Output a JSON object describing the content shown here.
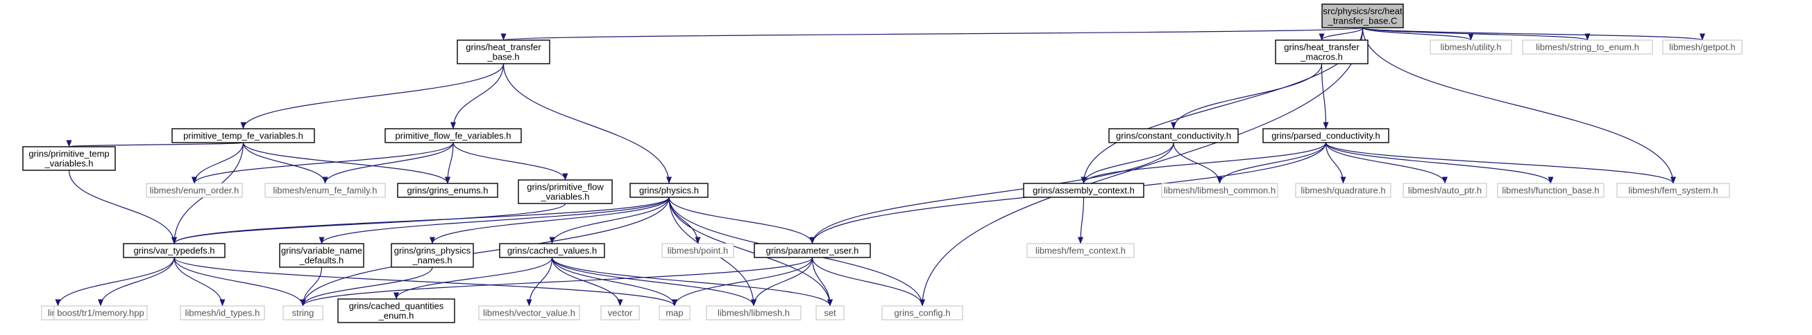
{
  "title": "",
  "colors": {
    "edge": "#191970",
    "root_fill": "#bfbfbf",
    "node_border": "#000000",
    "external_border": "#bfbfbf"
  },
  "nodes": [
    {
      "id": "root",
      "lines": [
        "src/physics/src/heat",
        "_transfer_base.C"
      ],
      "kind": "root"
    },
    {
      "id": "htb",
      "lines": [
        "grins/heat_transfer",
        "_base.h"
      ],
      "kind": "local"
    },
    {
      "id": "htm",
      "lines": [
        "grins/heat_transfer",
        "_macros.h"
      ],
      "kind": "local"
    },
    {
      "id": "util",
      "lines": [
        "libmesh/utility.h"
      ],
      "kind": "external"
    },
    {
      "id": "s2e",
      "lines": [
        "libmesh/string_to_enum.h"
      ],
      "kind": "external"
    },
    {
      "id": "getpot",
      "lines": [
        "libmesh/getpot.h"
      ],
      "kind": "external"
    },
    {
      "id": "ptfe",
      "lines": [
        "primitive_temp_fe_variables.h"
      ],
      "kind": "local"
    },
    {
      "id": "pffe",
      "lines": [
        "primitive_flow_fe_variables.h"
      ],
      "kind": "local"
    },
    {
      "id": "cc",
      "lines": [
        "grins/constant_conductivity.h"
      ],
      "kind": "local"
    },
    {
      "id": "pc",
      "lines": [
        "grins/parsed_conductivity.h"
      ],
      "kind": "local"
    },
    {
      "id": "gptv",
      "lines": [
        "grins/primitive_temp",
        "_variables.h"
      ],
      "kind": "local"
    },
    {
      "id": "enumorder",
      "lines": [
        "libmesh/enum_order.h"
      ],
      "kind": "external"
    },
    {
      "id": "enumfe",
      "lines": [
        "libmesh/enum_fe_family.h"
      ],
      "kind": "external"
    },
    {
      "id": "genums",
      "lines": [
        "grins/grins_enums.h"
      ],
      "kind": "local"
    },
    {
      "id": "gpfv",
      "lines": [
        "grins/primitive_flow",
        "_variables.h"
      ],
      "kind": "local"
    },
    {
      "id": "phys",
      "lines": [
        "grins/physics.h"
      ],
      "kind": "local"
    },
    {
      "id": "actx",
      "lines": [
        "grins/assembly_context.h"
      ],
      "kind": "local"
    },
    {
      "id": "lmcommon",
      "lines": [
        "libmesh/libmesh_common.h"
      ],
      "kind": "external"
    },
    {
      "id": "quad",
      "lines": [
        "libmesh/quadrature.h"
      ],
      "kind": "external"
    },
    {
      "id": "autoptr",
      "lines": [
        "libmesh/auto_ptr.h"
      ],
      "kind": "external"
    },
    {
      "id": "funcbase",
      "lines": [
        "libmesh/function_base.h"
      ],
      "kind": "external"
    },
    {
      "id": "femsys",
      "lines": [
        "libmesh/fem_system.h"
      ],
      "kind": "external"
    },
    {
      "id": "vartd",
      "lines": [
        "grins/var_typedefs.h"
      ],
      "kind": "local"
    },
    {
      "id": "vnd",
      "lines": [
        "grins/variable_name",
        "_defaults.h"
      ],
      "kind": "local"
    },
    {
      "id": "gpn",
      "lines": [
        "grins/grins_physics",
        "_names.h"
      ],
      "kind": "local"
    },
    {
      "id": "cv",
      "lines": [
        "grins/cached_values.h"
      ],
      "kind": "local"
    },
    {
      "id": "point",
      "lines": [
        "libmesh/point.h"
      ],
      "kind": "external"
    },
    {
      "id": "pu",
      "lines": [
        "grins/parameter_user.h"
      ],
      "kind": "local"
    },
    {
      "id": "femctx",
      "lines": [
        "libmesh/fem_context.h"
      ],
      "kind": "external"
    },
    {
      "id": "limits",
      "lines": [
        "limits"
      ],
      "kind": "external"
    },
    {
      "id": "boost",
      "lines": [
        "boost/tr1/memory.hpp"
      ],
      "kind": "external"
    },
    {
      "id": "idtypes",
      "lines": [
        "libmesh/id_types.h"
      ],
      "kind": "external"
    },
    {
      "id": "string",
      "lines": [
        "string"
      ],
      "kind": "external"
    },
    {
      "id": "cqe",
      "lines": [
        "grins/cached_quantities",
        "_enum.h"
      ],
      "kind": "local"
    },
    {
      "id": "vecval",
      "lines": [
        "libmesh/vector_value.h"
      ],
      "kind": "external"
    },
    {
      "id": "vector",
      "lines": [
        "vector"
      ],
      "kind": "external"
    },
    {
      "id": "map",
      "lines": [
        "map"
      ],
      "kind": "external"
    },
    {
      "id": "lmlm",
      "lines": [
        "libmesh/libmesh.h"
      ],
      "kind": "external"
    },
    {
      "id": "set",
      "lines": [
        "set"
      ],
      "kind": "external"
    },
    {
      "id": "gconfig",
      "lines": [
        "grins_config.h"
      ],
      "kind": "external"
    }
  ],
  "edges": [
    [
      "root",
      "htb"
    ],
    [
      "root",
      "htm"
    ],
    [
      "root",
      "util"
    ],
    [
      "root",
      "s2e"
    ],
    [
      "root",
      "getpot"
    ],
    [
      "root",
      "actx"
    ],
    [
      "root",
      "femsys"
    ],
    [
      "root",
      "gconfig"
    ],
    [
      "htb",
      "ptfe"
    ],
    [
      "htb",
      "pffe"
    ],
    [
      "htb",
      "phys"
    ],
    [
      "htm",
      "cc"
    ],
    [
      "htm",
      "pc"
    ],
    [
      "ptfe",
      "gptv"
    ],
    [
      "ptfe",
      "enumorder"
    ],
    [
      "ptfe",
      "enumfe"
    ],
    [
      "ptfe",
      "genums"
    ],
    [
      "ptfe",
      "vartd"
    ],
    [
      "pffe",
      "enumorder"
    ],
    [
      "pffe",
      "enumfe"
    ],
    [
      "pffe",
      "genums"
    ],
    [
      "pffe",
      "gpfv"
    ],
    [
      "gptv",
      "vartd"
    ],
    [
      "gpfv",
      "vartd"
    ],
    [
      "cc",
      "actx"
    ],
    [
      "cc",
      "lmcommon"
    ],
    [
      "cc",
      "pu"
    ],
    [
      "pc",
      "actx"
    ],
    [
      "pc",
      "lmcommon"
    ],
    [
      "pc",
      "quad"
    ],
    [
      "pc",
      "autoptr"
    ],
    [
      "pc",
      "funcbase"
    ],
    [
      "pc",
      "femsys"
    ],
    [
      "pc",
      "pu"
    ],
    [
      "actx",
      "femctx"
    ],
    [
      "phys",
      "vartd"
    ],
    [
      "phys",
      "vnd"
    ],
    [
      "phys",
      "gpn"
    ],
    [
      "phys",
      "cv"
    ],
    [
      "phys",
      "point"
    ],
    [
      "phys",
      "pu"
    ],
    [
      "phys",
      "string"
    ],
    [
      "phys",
      "lmlm"
    ],
    [
      "phys",
      "set"
    ],
    [
      "phys",
      "gconfig"
    ],
    [
      "vartd",
      "limits"
    ],
    [
      "vartd",
      "boost"
    ],
    [
      "vartd",
      "idtypes"
    ],
    [
      "vartd",
      "string"
    ],
    [
      "vartd",
      "map"
    ],
    [
      "vnd",
      "string"
    ],
    [
      "gpn",
      "string"
    ],
    [
      "cv",
      "cqe"
    ],
    [
      "cv",
      "vecval"
    ],
    [
      "cv",
      "vector"
    ],
    [
      "cv",
      "map"
    ],
    [
      "cv",
      "lmlm"
    ],
    [
      "cv",
      "set"
    ],
    [
      "pu",
      "string"
    ],
    [
      "pu",
      "map"
    ],
    [
      "pu",
      "lmlm"
    ],
    [
      "pu",
      "set"
    ],
    [
      "pu",
      "gconfig"
    ]
  ]
}
